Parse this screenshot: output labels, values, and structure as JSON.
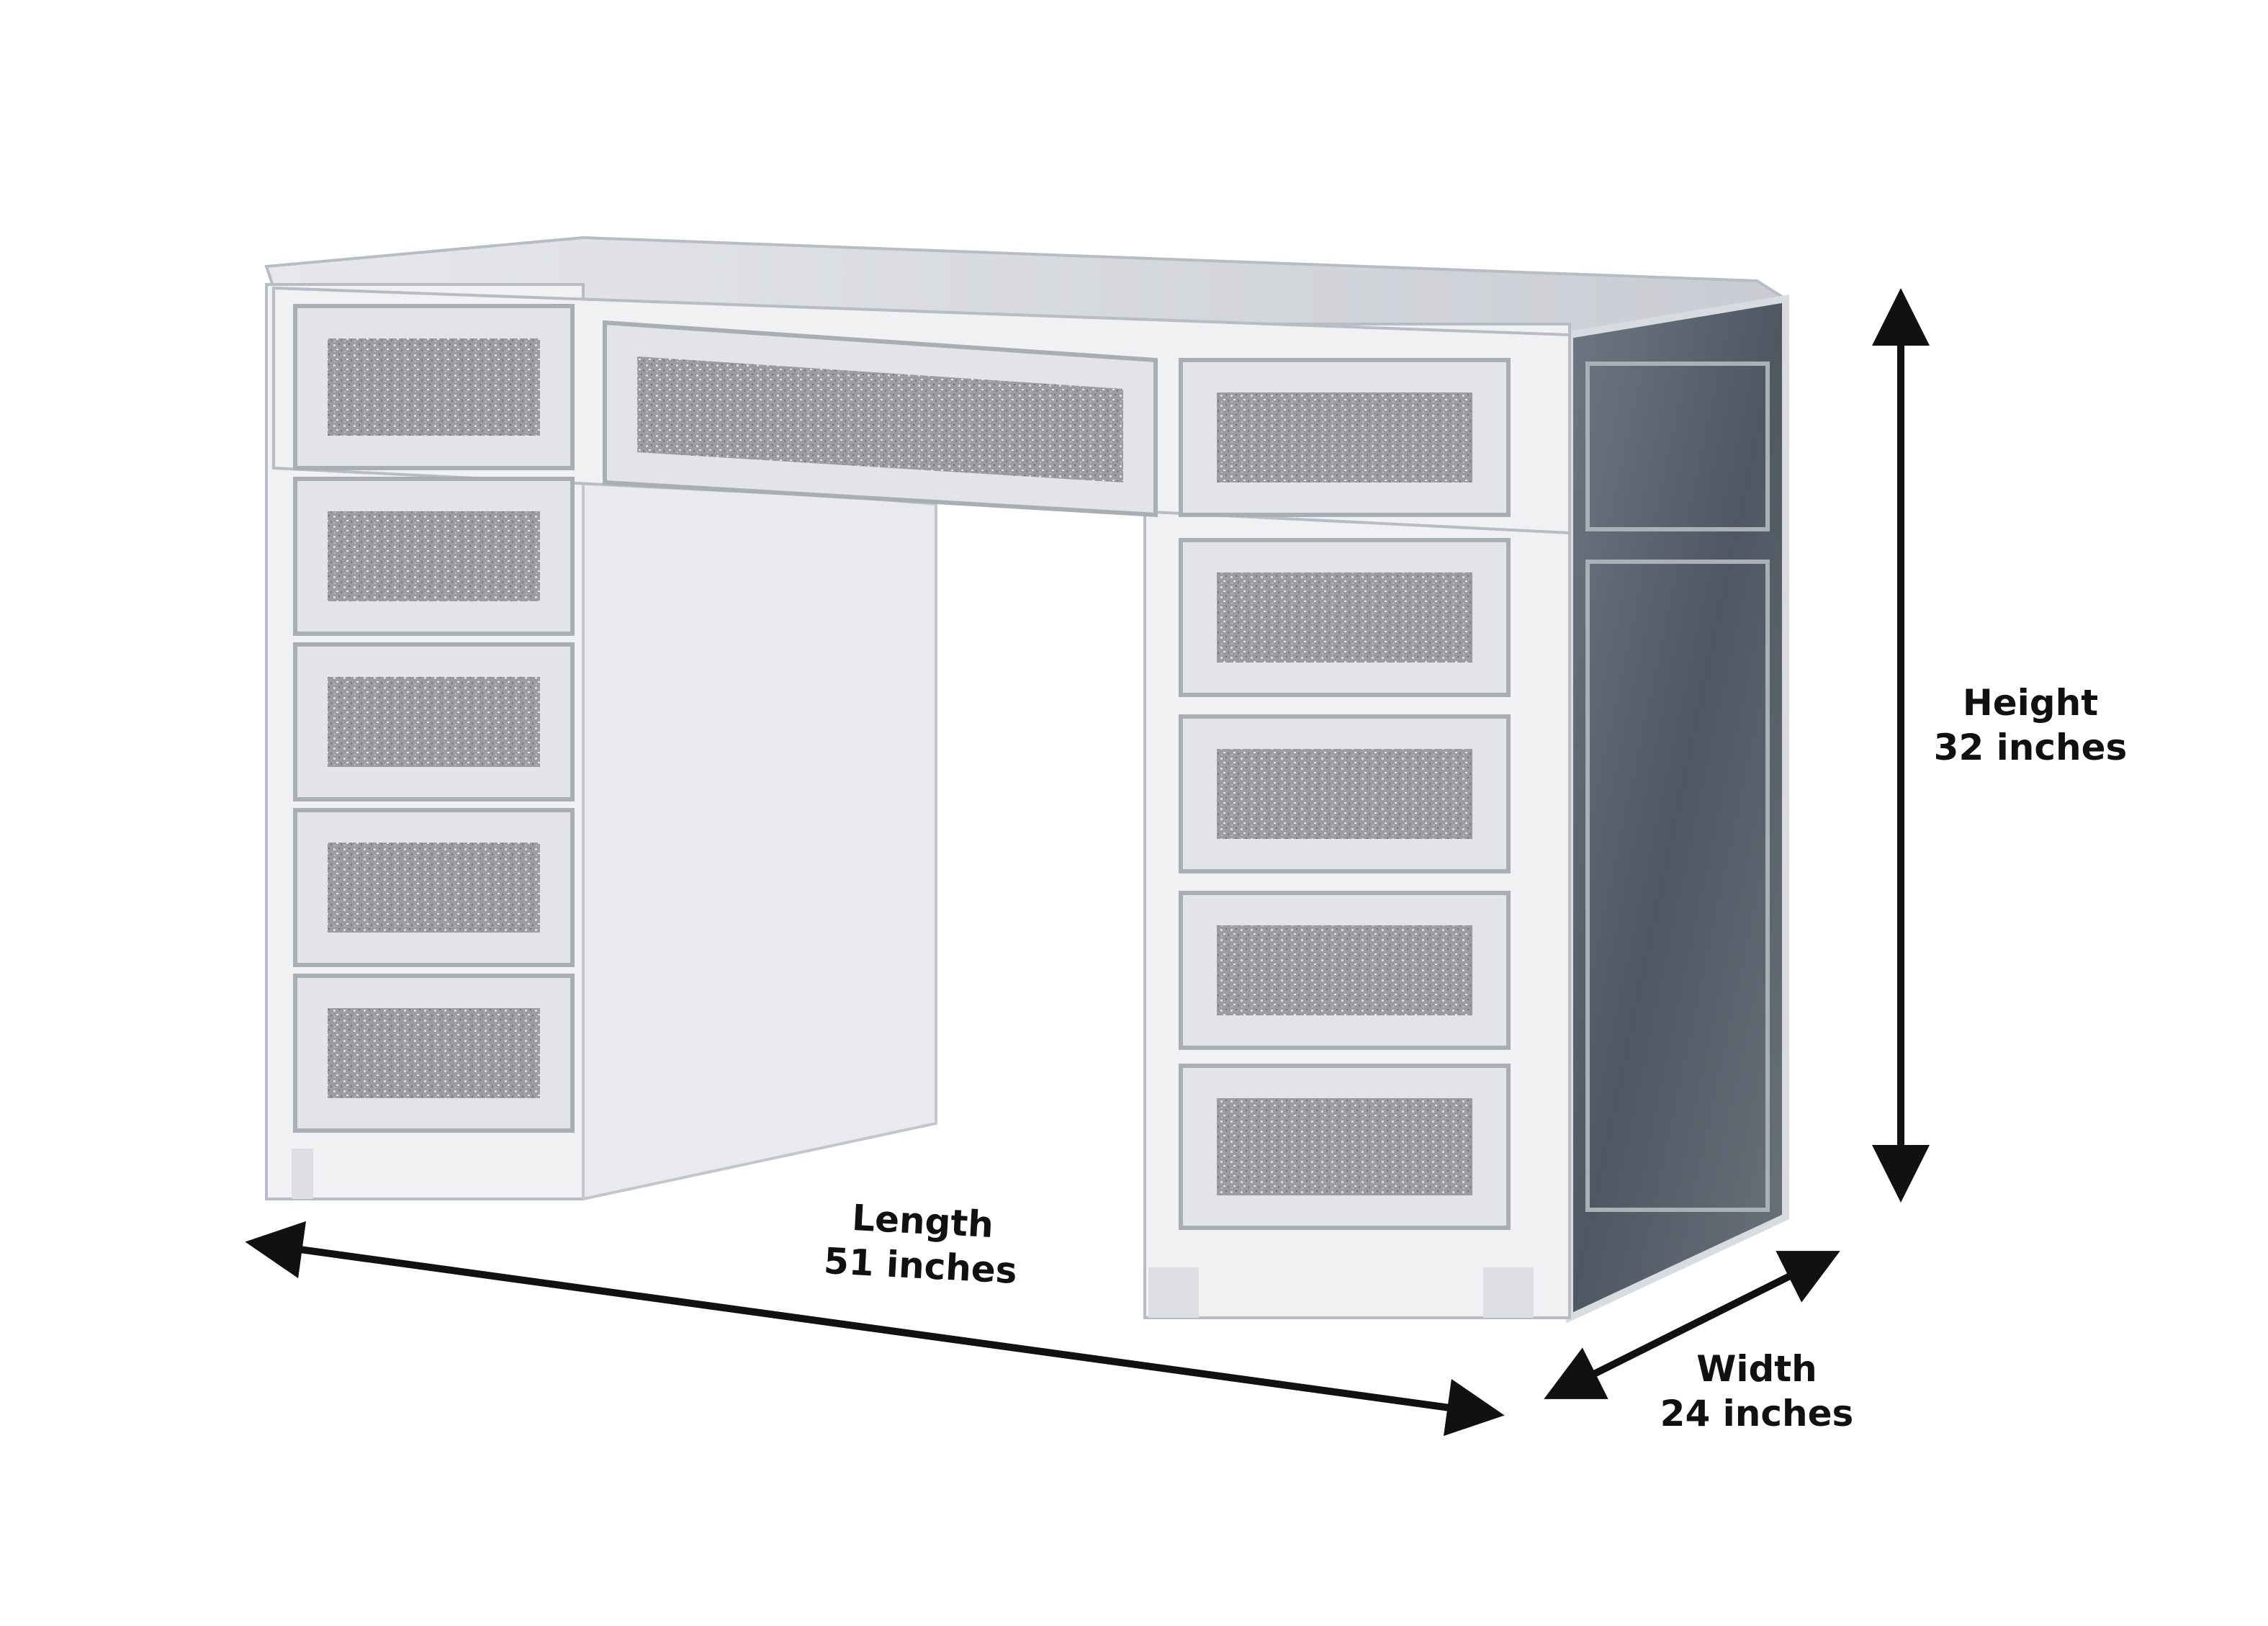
{
  "dimensions": {
    "height": {
      "title": "Height",
      "value": "32 inches"
    },
    "length": {
      "title": "Length",
      "value": "51 inches"
    },
    "width": {
      "title": "Width",
      "value": "24 inches"
    }
  },
  "colors": {
    "frame": "#f1f1f3",
    "frame_edge": "#b8bcc4",
    "glitter": "#9a9ca2",
    "mirror_side": "#5e6670",
    "arrow": "#111111"
  }
}
